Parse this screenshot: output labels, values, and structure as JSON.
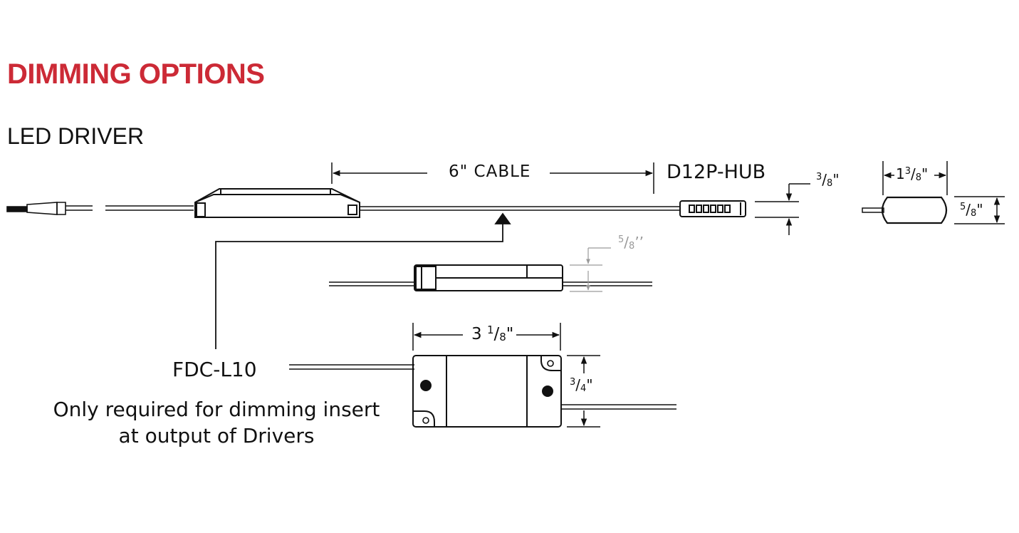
{
  "heading": {
    "title": "DIMMING OPTIONS",
    "subtitle": "LED DRIVER"
  },
  "colors": {
    "accent": "#cc2a36",
    "line": "#111111",
    "faint": "#9a9a9a"
  },
  "labels": {
    "cable": "6\" CABLE",
    "hub_model": "D12P-HUB",
    "fdc_model": "FDC-L10",
    "fdc_note": "Only required for dimming insert at output of Drivers"
  },
  "dimensions": {
    "hub_height": {
      "whole": "",
      "num": "3",
      "den": "8",
      "unit": "\""
    },
    "hub_width": {
      "whole": "1",
      "num": "3",
      "den": "8",
      "unit": "\""
    },
    "hub_side_height": {
      "whole": "",
      "num": "5",
      "den": "8",
      "unit": "\""
    },
    "fdc_height": {
      "whole": "",
      "num": "5",
      "den": "8",
      "unit": "’’"
    },
    "fdc_box_width": {
      "whole": "3",
      "num": "1",
      "den": "8",
      "unit": "\""
    },
    "fdc_box_height": {
      "whole": "",
      "num": "3",
      "den": "4",
      "unit": "\""
    }
  }
}
